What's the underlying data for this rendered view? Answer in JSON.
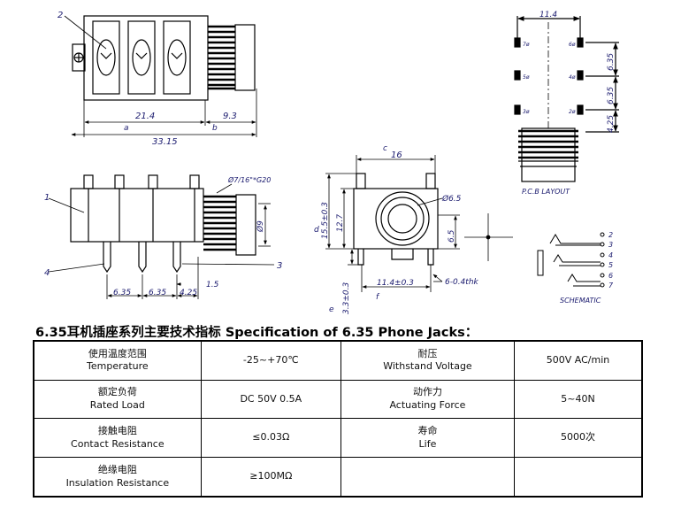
{
  "drawing": {
    "dims": {
      "d21_4": "21.4",
      "d9_3": "9.3",
      "d33_15": "33.15",
      "a": "a",
      "b": "b",
      "d6_35a": "6.35",
      "d6_35b": "6.35",
      "d4_25": "4.25",
      "d1_5": "1.5",
      "thread": "Ø7/16\"*G20",
      "phi9": "Ø9",
      "d16": "16",
      "c": "c",
      "d15_5": "15.5±0.3",
      "d12_7": "12.7",
      "dd": "d",
      "phi6_5": "Ø6.5",
      "d6_5": "6.5",
      "d11_4b": "11.4±0.3",
      "thk": "6-0.4thk",
      "d3_3": "3.3±0.3",
      "e": "e",
      "f": "f",
      "d11_4": "11.4",
      "r6_35a": "6.35",
      "r6_35b": "6.35",
      "r4_25": "4.25"
    },
    "callouts": {
      "c1": "1",
      "c2": "2",
      "c3": "3",
      "c4": "4"
    },
    "pcb_pins": {
      "p7": "7ø",
      "p6": "6ø",
      "p5": "5ø",
      "p4": "4ø",
      "p3": "3ø",
      "p2": "2ø"
    },
    "pcb_label": "P.C.B LAYOUT",
    "schematic_label": "SCHEMATIC",
    "schematic_pins": [
      "2",
      "3",
      "4",
      "5",
      "6",
      "7"
    ]
  },
  "spec": {
    "title": "6.35耳机插座系列主要技术指标 Specification of 6.35 Phone Jacks：",
    "rows": [
      {
        "l1_cn": "使用温度范围",
        "l1_en": "Temperature",
        "v1": "-25~+70℃",
        "l2_cn": "耐压",
        "l2_en": "Withstand Voltage",
        "v2": "500V AC/min"
      },
      {
        "l1_cn": "额定负荷",
        "l1_en": "Rated Load",
        "v1": "DC 50V 0.5A",
        "l2_cn": "动作力",
        "l2_en": "Actuating Force",
        "v2": "5~40N"
      },
      {
        "l1_cn": "接触电阻",
        "l1_en": "Contact Resistance",
        "v1": "≤0.03Ω",
        "l2_cn": "寿命",
        "l2_en": "Life",
        "v2": "5000次"
      },
      {
        "l1_cn": "绝缘电阻",
        "l1_en": "Insulation Resistance",
        "v1": "≥100MΩ",
        "l2_cn": "",
        "l2_en": "",
        "v2": ""
      }
    ]
  }
}
